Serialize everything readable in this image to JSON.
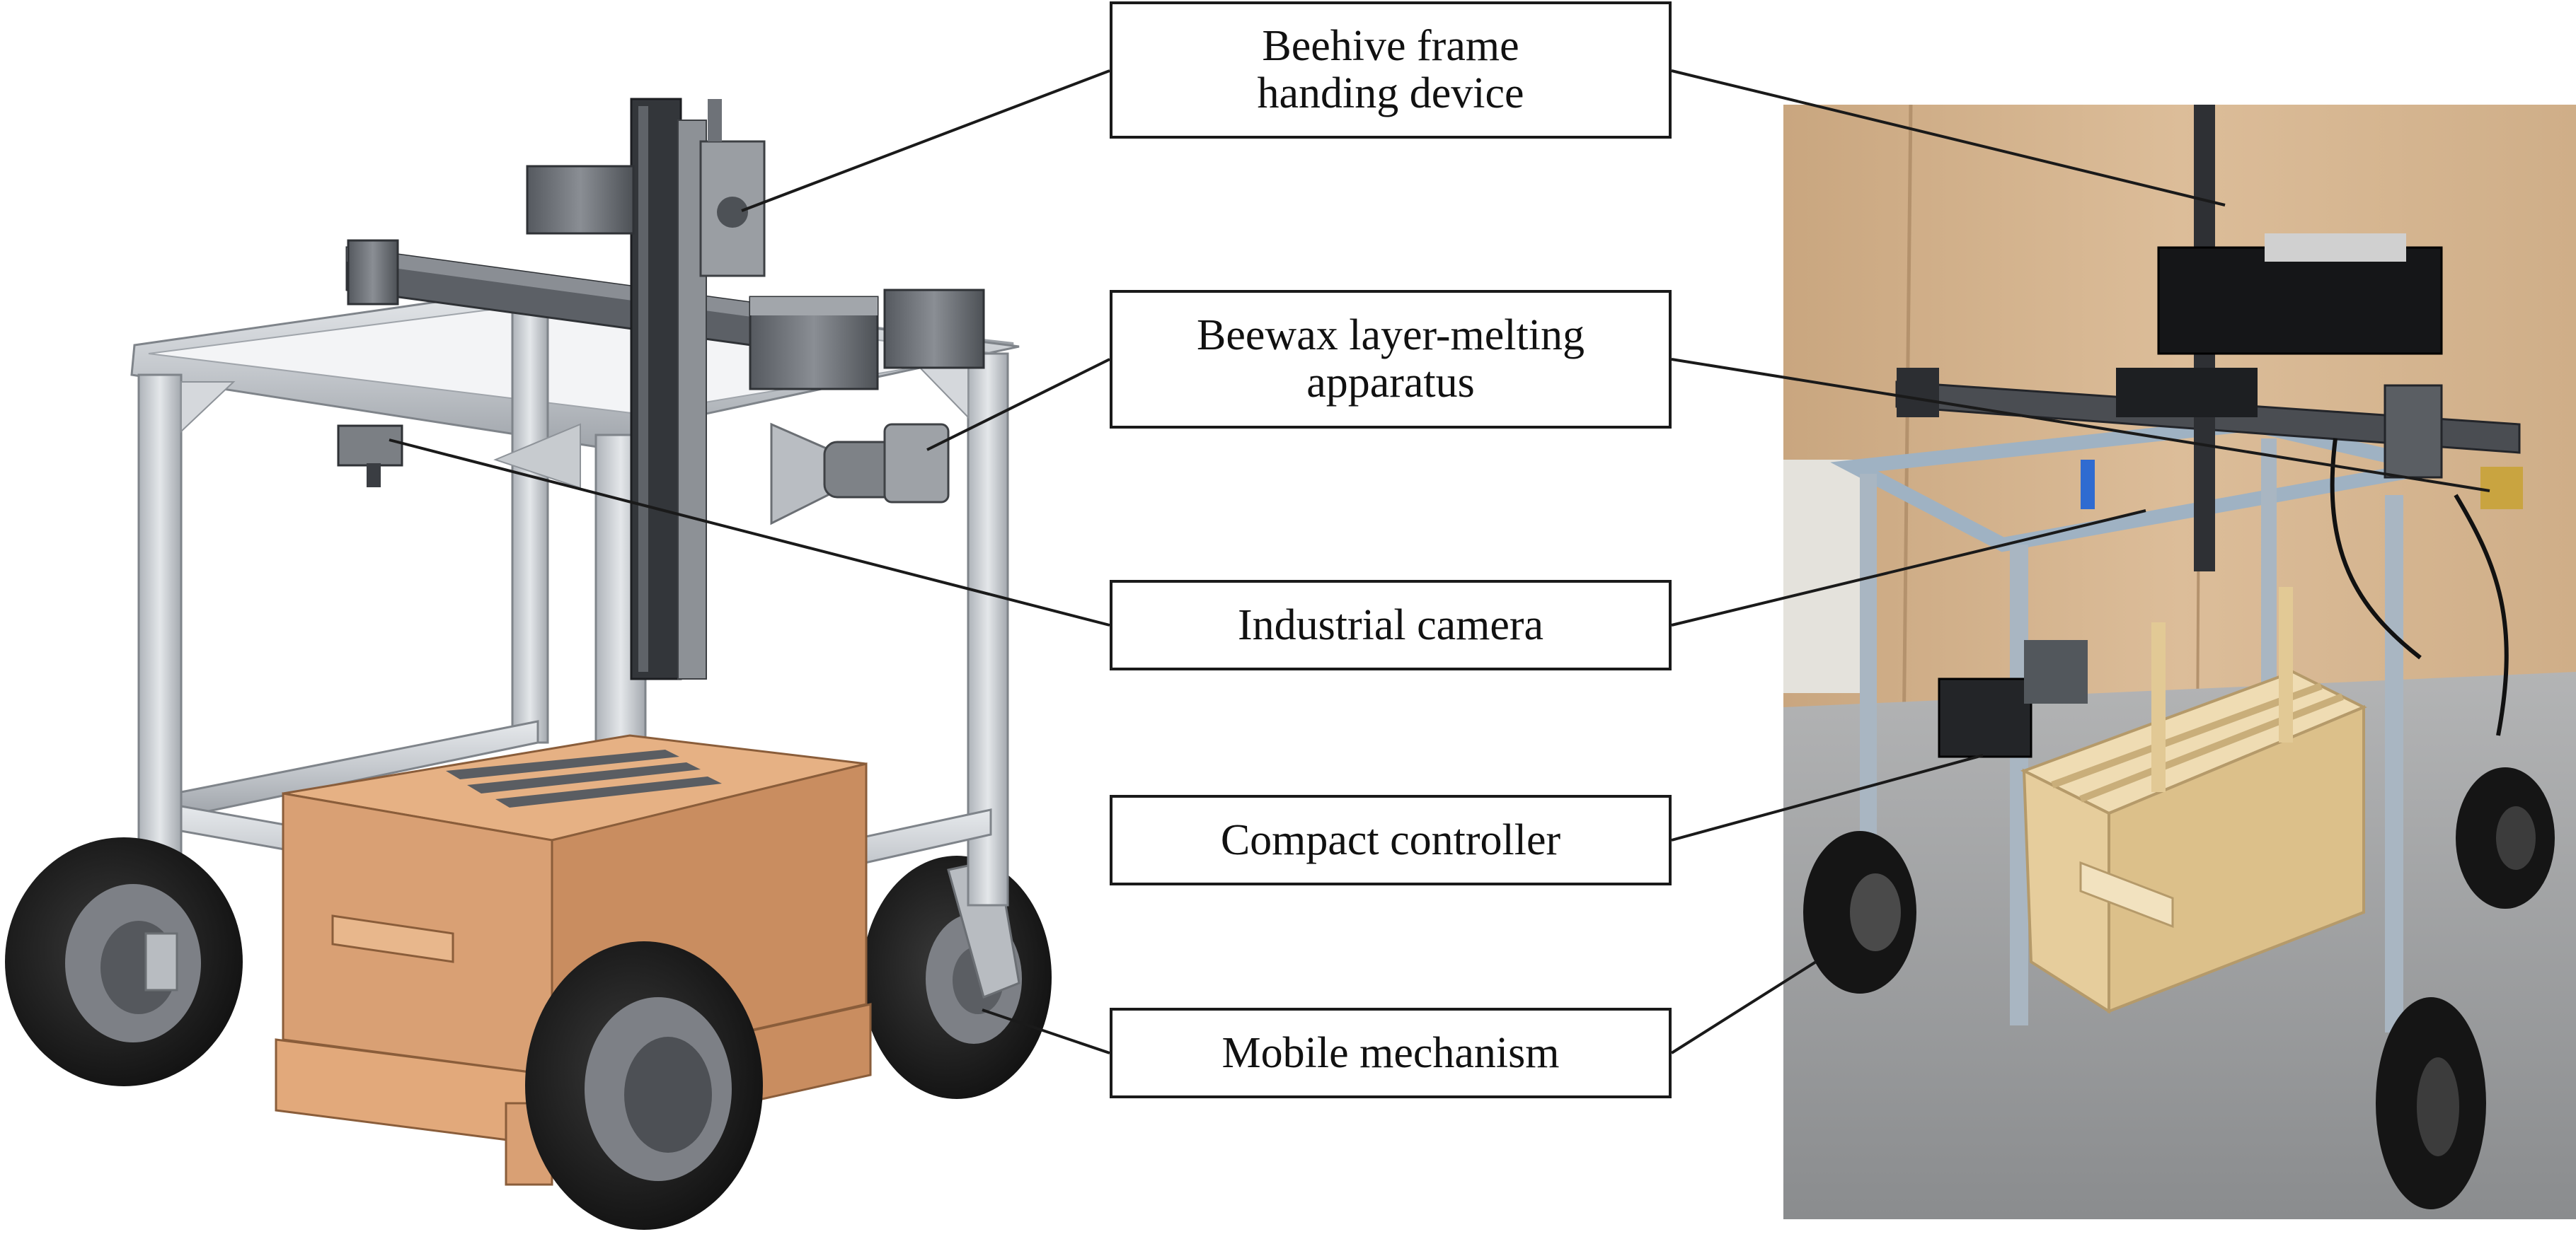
{
  "labels": {
    "frame": {
      "line1": "Beehive frame",
      "line2": "handing device"
    },
    "wax": {
      "line1": "Beewax layer-melting",
      "line2": "apparatus"
    },
    "camera": "Industrial camera",
    "controller": "Compact controller",
    "mobile": "Mobile mechanism"
  },
  "colors": {
    "aluminum_frame": "#c9cdd2",
    "motor_gray": "#6e7278",
    "rail_dark": "#3a3d42",
    "hive_box": "#d9a074",
    "hive_top": "#e8b78c",
    "tire_black": "#1c1c1c",
    "hub_gray": "#8a8d92",
    "photo_wall": "#d9b896",
    "photo_floor": "#9d9fa1",
    "photo_wood_crate": "#e9d3a5",
    "leader_line": "#1a1a1a"
  }
}
